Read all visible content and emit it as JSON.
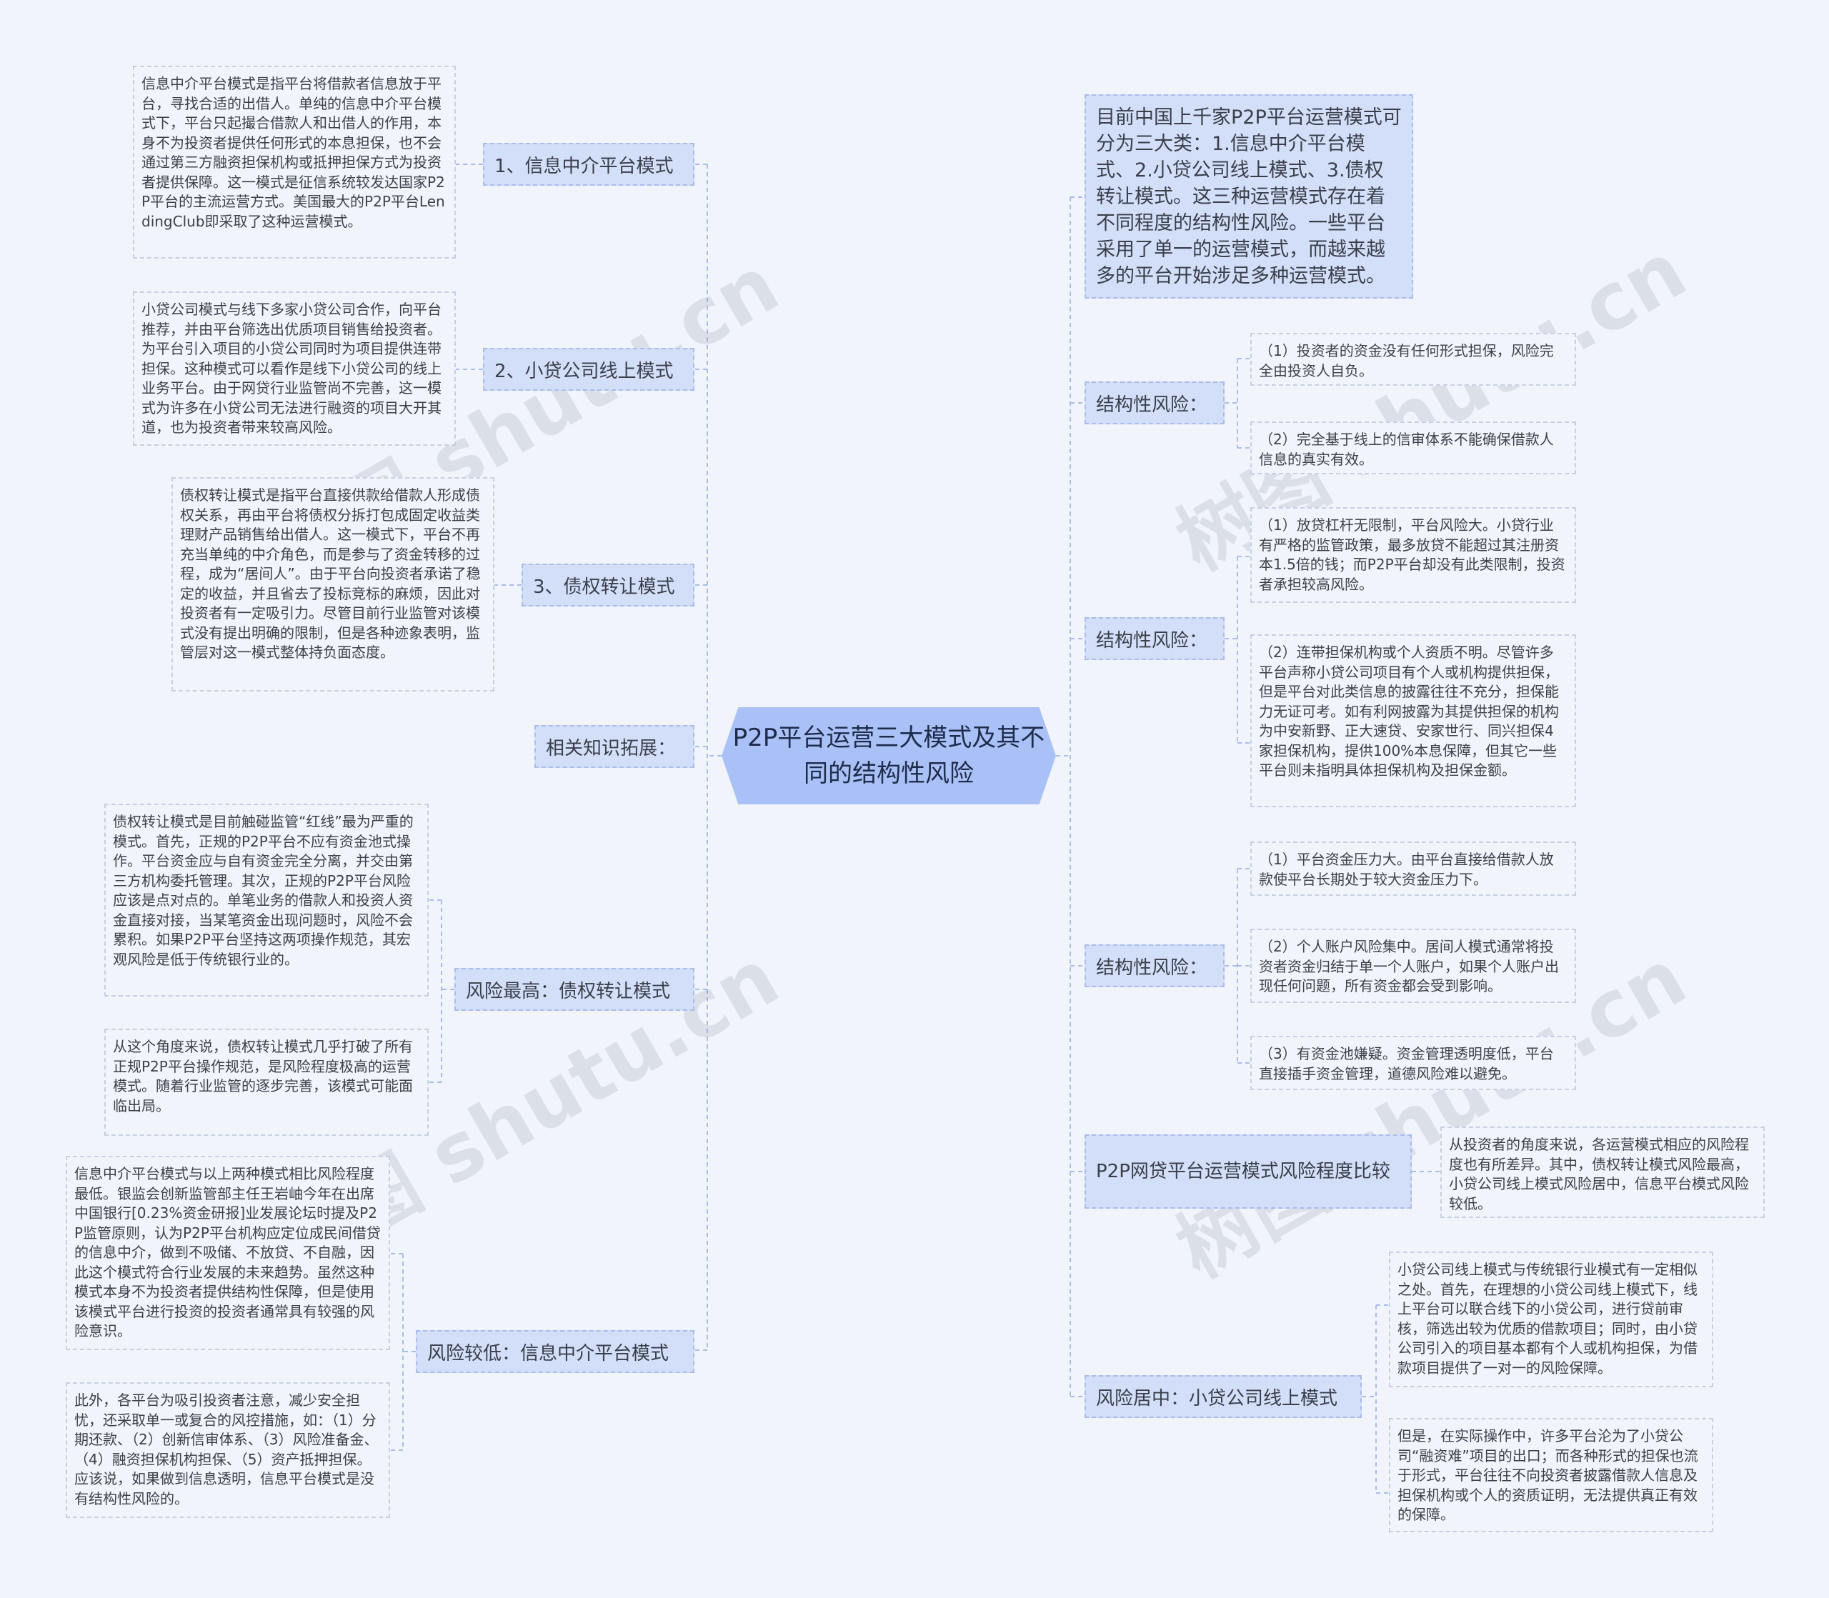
{
  "root": {
    "title": "P2P平台运营三大模式及其不同的结构性风险"
  },
  "left": [
    {
      "label": "1、信息中介平台模式",
      "leaves": [
        "信息中介平台模式是指平台将借款者信息放于平台，寻找合适的出借人。单纯的信息中介平台模式下，平台只起撮合借款人和出借人的作用，本身不为投资者提供任何形式的本息担保，也不会通过第三方融资担保机构或抵押担保方式为投资者提供保障。这一模式是征信系统较发达国家P2P平台的主流运营方式。美国最大的P2P平台LendingClub即采取了这种运营模式。"
      ]
    },
    {
      "label": "2、小贷公司线上模式",
      "leaves": [
        "小贷公司模式与线下多家小贷公司合作，向平台推荐，并由平台筛选出优质项目销售给投资者。为平台引入项目的小贷公司同时为项目提供连带担保。这种模式可以看作是线下小贷公司的线上业务平台。由于网贷行业监管尚不完善，这一模式为许多在小贷公司无法进行融资的项目大开其道，也为投资者带来较高风险。"
      ]
    },
    {
      "label": "3、债权转让模式",
      "leaves": [
        "债权转让模式是指平台直接供款给借款人形成债权关系，再由平台将债权分拆打包成固定收益类理财产品销售给出借人。这一模式下，平台不再充当单纯的中介角色，而是参与了资金转移的过程，成为“居间人”。由于平台向投资者承诺了稳定的收益，并且省去了投标竞标的麻烦，因此对投资者有一定吸引力。尽管目前行业监管对该模式没有提出明确的限制，但是各种迹象表明，监管层对这一模式整体持负面态度。"
      ]
    },
    {
      "label": "相关知识拓展：",
      "leaves": []
    },
    {
      "label": "风险最高：债权转让模式",
      "leaves": [
        "债权转让模式是目前触碰监管“红线”最为严重的模式。首先，正规的P2P平台不应有资金池式操作。平台资金应与自有资金完全分离，并交由第三方机构委托管理。其次，正规的P2P平台风险应该是点对点的。单笔业务的借款人和投资人资金直接对接，当某笔资金出现问题时，风险不会累积。如果P2P平台坚持这两项操作规范，其宏观风险是低于传统银行业的。",
        "从这个角度来说，债权转让模式几乎打破了所有正规P2P平台操作规范，是风险程度极高的运营模式。随着行业监管的逐步完善，该模式可能面临出局。"
      ]
    },
    {
      "label": "风险较低：信息中介平台模式",
      "leaves": [
        "信息中介平台模式与以上两种模式相比风险程度最低。银监会创新监管部主任王岩岫今年在出席中国银行[0.23%资金研报]业发展论坛时提及P2P监管原则，认为P2P平台机构应定位成民间借贷的信息中介，做到不吸储、不放贷、不自融，因此这个模式符合行业发展的未来趋势。虽然这种模式本身不为投资者提供结构性保障，但是使用该模式平台进行投资的投资者通常具有较强的风险意识。",
        "此外，各平台为吸引投资者注意，减少安全担忧，还采取单一或复合的风控措施，如：（1）分期还款、（2）创新信审体系、（3）风险准备金、（4）融资担保机构担保、（5）资产抵押担保。应该说，如果做到信息透明，信息平台模式是没有结构性风险的。"
      ]
    }
  ],
  "right": [
    {
      "summary": "目前中国上千家P2P平台运营模式可分为三大类：1.信息中介平台模式、2.小贷公司线上模式、3.债权转让模式。这三种运营模式存在着不同程度的结构性风险。一些平台采用了单一的运营模式，而越来越多的平台开始涉足多种运营模式。"
    },
    {
      "label": "结构性风险：",
      "leaves": [
        "（1）投资者的资金没有任何形式担保，风险完全由投资人自负。",
        "（2）完全基于线上的信审体系不能确保借款人信息的真实有效。"
      ]
    },
    {
      "label": "结构性风险：",
      "leaves": [
        "（1）放贷杠杆无限制，平台风险大。小贷行业有严格的监管政策，最多放贷不能超过其注册资本1.5倍的钱；而P2P平台却没有此类限制，投资者承担较高风险。",
        "（2）连带担保机构或个人资质不明。尽管许多平台声称小贷公司项目有个人或机构提供担保，但是平台对此类信息的披露往往不充分，担保能力无证可考。如有利网披露为其提供担保的机构为中安新野、正大速贷、安家世行、同兴担保4家担保机构，提供100%本息保障，但其它一些平台则未指明具体担保机构及担保金额。"
      ]
    },
    {
      "label": "结构性风险：",
      "leaves": [
        "（1）平台资金压力大。由平台直接给借款人放款使平台长期处于较大资金压力下。",
        "（2）个人账户风险集中。居间人模式通常将投资者资金归结于单一个人账户，如果个人账户出现任何问题，所有资金都会受到影响。",
        "（3）有资金池嫌疑。资金管理透明度低，平台直接插手资金管理，道德风险难以避免。"
      ]
    },
    {
      "label": "P2P网贷平台运营模式风险程度比较",
      "leaves": [
        "从投资者的角度来说，各运营模式相应的风险程度也有所差异。其中，债权转让模式风险最高，小贷公司线上模式风险居中，信息平台模式风险较低。"
      ]
    },
    {
      "label": "风险居中：小贷公司线上模式",
      "leaves": [
        "小贷公司线上模式与传统银行业模式有一定相似之处。首先，在理想的小贷公司线上模式下，线上平台可以联合线下的小贷公司，进行贷前审核，筛选出较为优质的借款项目；同时，由小贷公司引入的项目基本都有个人或机构担保，为借款项目提供了一对一的风险保障。",
        "但是，在实际操作中，许多平台沦为了小贷公司“融资难”项目的出口；而各种形式的担保也流于形式，平台往往不向投资者披露借款人信息及担保机构或个人的资质证明，无法提供真正有效的保障。"
      ]
    }
  ],
  "watermark": "树图 shutu.cn"
}
